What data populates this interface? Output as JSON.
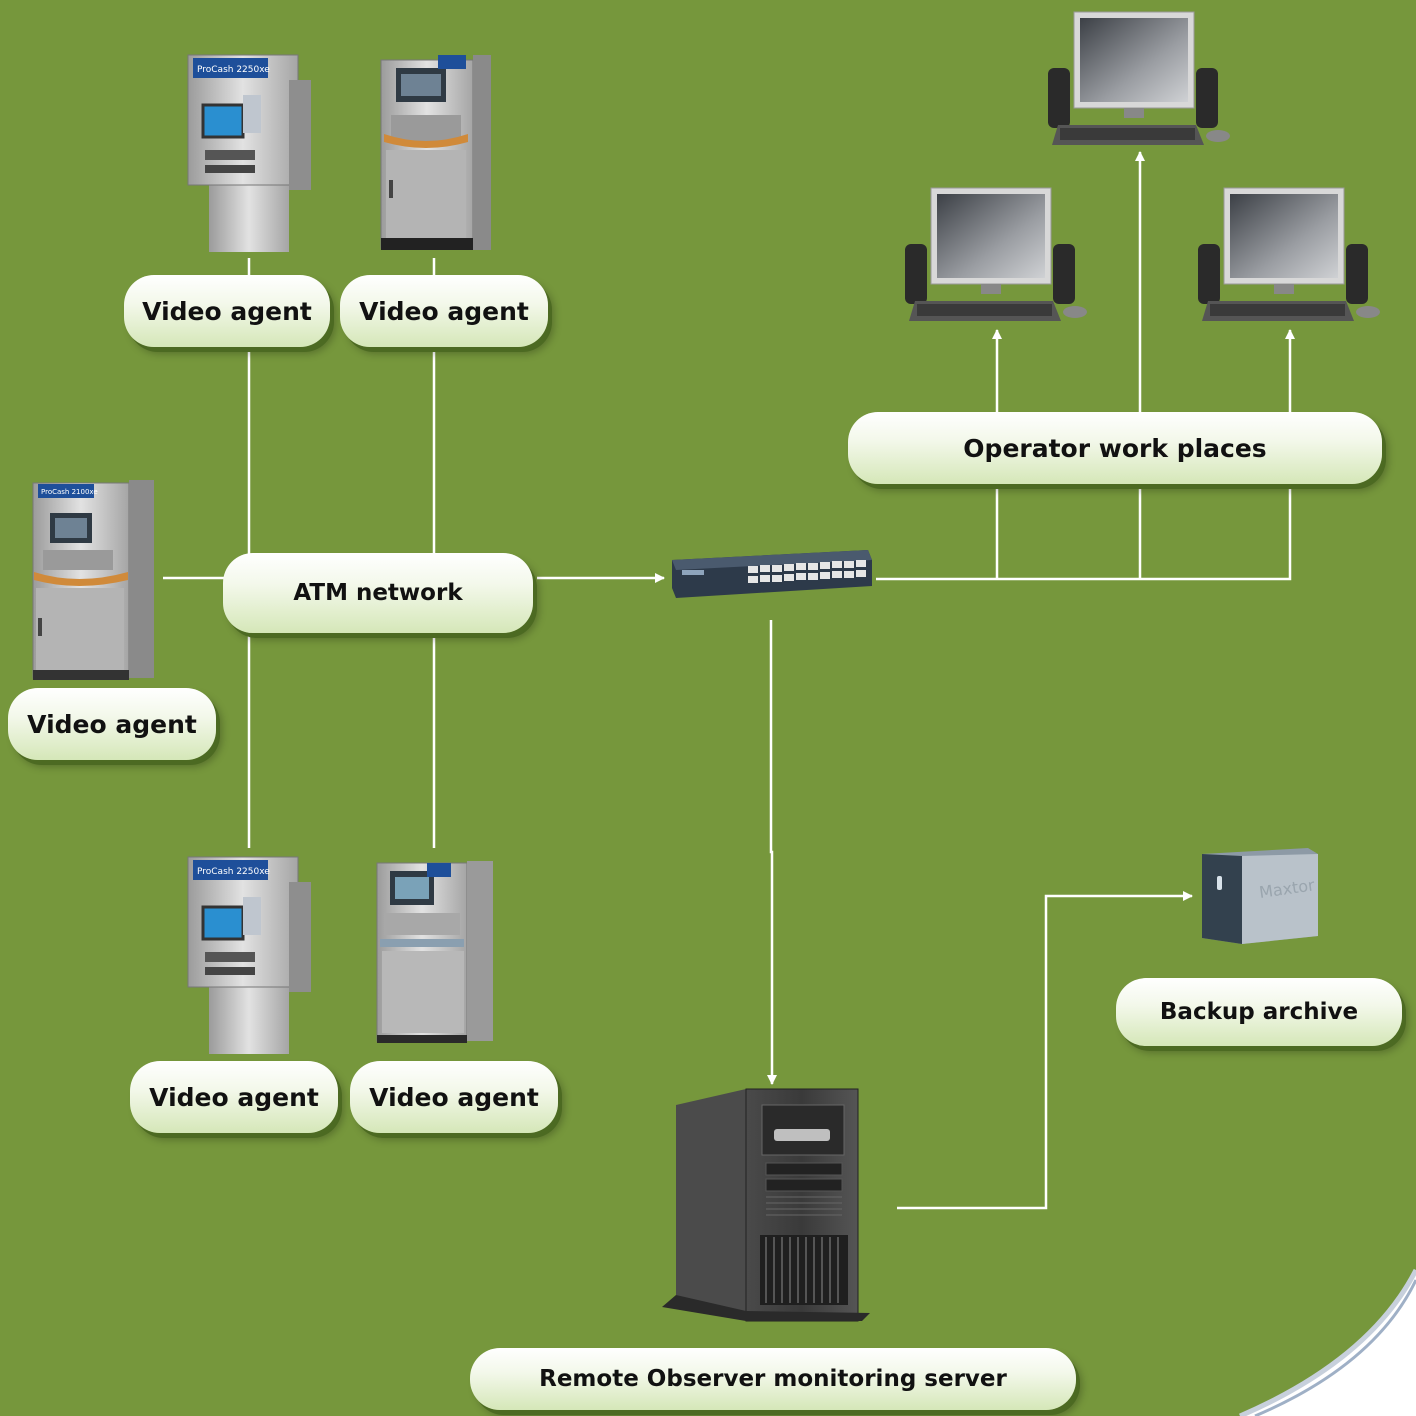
{
  "labels": {
    "video_agent_1": "Video agent",
    "video_agent_2": "Video agent",
    "video_agent_3": "Video agent",
    "video_agent_4": "Video agent",
    "video_agent_5": "Video agent",
    "atm_network": "ATM network",
    "operator_work_places": "Operator work places",
    "backup_archive": "Backup archive",
    "monitoring_server": "Remote Observer monitoring server"
  },
  "atm_screen_text": {
    "atm_1": "ProCash 2250xe",
    "atm_3": "ProCash 2100xe",
    "atm_4": "ProCash 2250xe"
  },
  "storage_brand": "Maxtor",
  "colors": {
    "background": "#76973c",
    "connector": "#ffffff",
    "label_fill": "#f3f8ea",
    "label_shadow": "#4c6a22"
  },
  "icons": [
    "atm-icon",
    "workstation-icon",
    "network-switch-icon",
    "server-tower-icon",
    "external-drive-icon"
  ]
}
